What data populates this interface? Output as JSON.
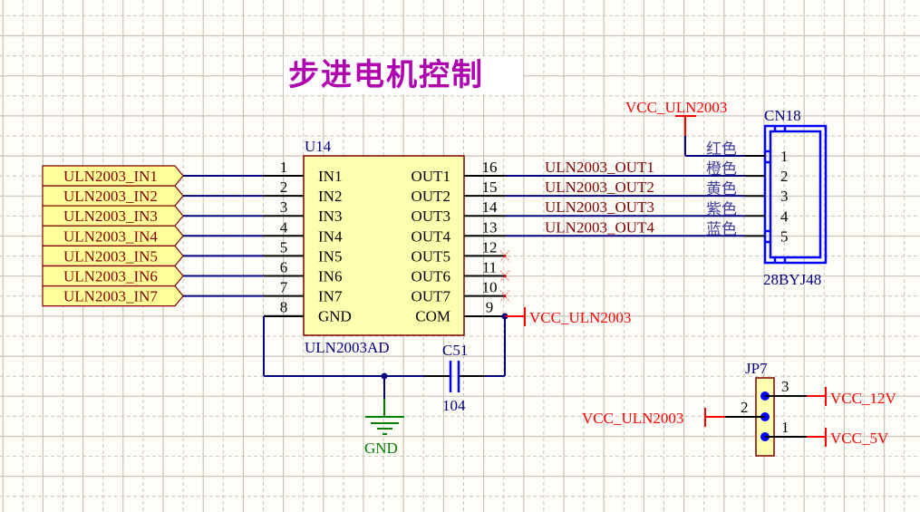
{
  "title": "步进电机控制",
  "colors": {
    "background": "#FFFDF7",
    "grid_major": "#C8C4B8",
    "grid_minor": "#C8C4B8",
    "wire": "#000080",
    "pin": "#000000",
    "power": "#FF0000",
    "ground": "#008000",
    "component_fill": "#FFFFB0",
    "component_border": "#800000",
    "designator": "#000080",
    "net_label": "#800000",
    "connector": "#0000FF",
    "title": "#B000B0",
    "no_connect": "#FF0000"
  },
  "u14": {
    "designator": "U14",
    "part": "ULN2003AD",
    "left_pins": [
      {
        "num": "1",
        "name": "IN1"
      },
      {
        "num": "2",
        "name": "IN2"
      },
      {
        "num": "3",
        "name": "IN3"
      },
      {
        "num": "4",
        "name": "IN4"
      },
      {
        "num": "5",
        "name": "IN5"
      },
      {
        "num": "6",
        "name": "IN6"
      },
      {
        "num": "7",
        "name": "IN7"
      },
      {
        "num": "8",
        "name": "GND"
      }
    ],
    "right_pins": [
      {
        "num": "16",
        "name": "OUT1"
      },
      {
        "num": "15",
        "name": "OUT2"
      },
      {
        "num": "14",
        "name": "OUT3"
      },
      {
        "num": "13",
        "name": "OUT4"
      },
      {
        "num": "12",
        "name": "OUT5"
      },
      {
        "num": "11",
        "name": "OUT6"
      },
      {
        "num": "10",
        "name": "OUT7"
      },
      {
        "num": "9",
        "name": "COM"
      }
    ]
  },
  "input_ports": [
    "ULN2003_IN1",
    "ULN2003_IN2",
    "ULN2003_IN3",
    "ULN2003_IN4",
    "ULN2003_IN5",
    "ULN2003_IN6",
    "ULN2003_IN7"
  ],
  "output_nets": [
    "ULN2003_OUT1",
    "ULN2003_OUT2",
    "ULN2003_OUT3",
    "ULN2003_OUT4"
  ],
  "cn18": {
    "designator": "CN18",
    "part": "28BYJ48",
    "pins": [
      "1",
      "2",
      "3",
      "4",
      "5"
    ],
    "wire_colors": [
      "红色",
      "橙色",
      "黄色",
      "紫色",
      "蓝色"
    ]
  },
  "c51": {
    "designator": "C51",
    "value": "104"
  },
  "gnd": {
    "label": "GND"
  },
  "power": {
    "vcc_uln_top": "VCC_ULN2003",
    "vcc_uln_com": "VCC_ULN2003",
    "vcc_uln_jp": "VCC_ULN2003",
    "vcc_12v": "VCC_12V",
    "vcc_5v": "VCC_5V"
  },
  "jp7": {
    "designator": "JP7",
    "pins": [
      "3",
      "2",
      "1"
    ]
  }
}
